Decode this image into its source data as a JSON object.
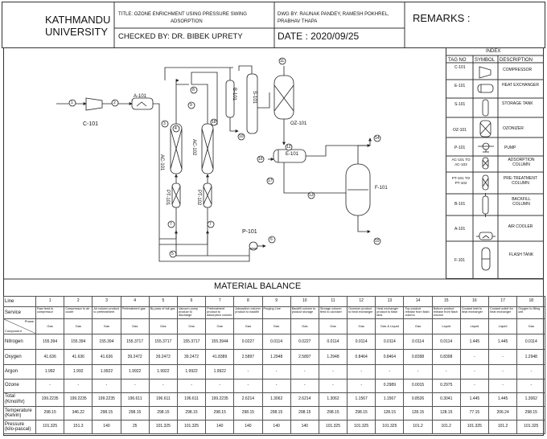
{
  "header": {
    "university": [
      "KATHMANDU",
      "UNIVERSITY"
    ],
    "title_line1": "TITLE:   OZONE ENRICHMENT USING PRESSURE SWING",
    "title_line2": "ADSORPTION",
    "checked_by": "CHECKED BY: DR. BIBEK UPRETY",
    "drawn_by_line1": "DWG BY:  RAUNAK PANDEY, RAMESH POKHREL,",
    "drawn_by_line2": "PRABHAV THAPA",
    "date": "DATE : 2020/09/25",
    "remarks": "REMARKS :"
  },
  "index": {
    "heading": "INDEX",
    "columns": [
      "TAG NO",
      "SYMBOL",
      "DESCRIPTION"
    ],
    "rows": [
      {
        "tag": "C-101",
        "symbol": "compressor-symbol",
        "desc": "COMPRESSOR"
      },
      {
        "tag": "E-101",
        "symbol": "heat-exchanger-symbol",
        "desc": "HEAT EXCHANGER"
      },
      {
        "tag": "S-101",
        "symbol": "storage-tank-symbol",
        "desc": "STORAGE TANK"
      },
      {
        "tag": "OZ-101",
        "symbol": "ozonizer-symbol",
        "desc": "OZONIZER"
      },
      {
        "tag": "P-101",
        "symbol": "pump-symbol",
        "desc": "PUMP"
      },
      {
        "tag": "AC-101 TO AC-102",
        "symbol": "adsorption-column-symbol",
        "desc": "ADSORPTION COLUMN"
      },
      {
        "tag": "PT-101 TO PT-102",
        "symbol": "pretreatment-column-symbol",
        "desc": "PRE-TREATMENT COLUMN"
      },
      {
        "tag": "B-101",
        "symbol": "backfill-column-symbol",
        "desc": "BACKFILL COLUMN"
      },
      {
        "tag": "A-101",
        "symbol": "air-cooler-symbol",
        "desc": "AIR COOLER"
      },
      {
        "tag": "F-101",
        "symbol": "flash-tank-symbol",
        "desc": "FLASH TANK"
      }
    ]
  },
  "diagram": {
    "equipment": {
      "c101": "C-101",
      "a101": "A-101",
      "ac101": "AC-101",
      "ac102": "AC-102",
      "pt101": "PT-101",
      "pt102": "PT-102",
      "b101": "B-101",
      "s101": "S-101",
      "oz101": "OZ-101",
      "e101": "E-101",
      "f101": "F-101",
      "p101": "P-101"
    },
    "stream_numbers": [
      "1",
      "2",
      "3",
      "4",
      "5",
      "6",
      "7",
      "7",
      "8",
      "9",
      "10",
      "11",
      "12",
      "13",
      "14",
      "15",
      "16",
      "17",
      "18"
    ]
  },
  "material_balance": {
    "title": "MATERIAL BALANCE",
    "line_label": "Line",
    "lines": [
      "1",
      "2",
      "3",
      "4",
      "5",
      "6",
      "7",
      "8",
      "9",
      "10",
      "11",
      "12",
      "13",
      "14",
      "15",
      "16",
      "17",
      "18"
    ],
    "service_label": "Service",
    "service": [
      "Raw feed to compressor",
      "Compressor to air cooler",
      "Air column product to pretreatment",
      "Pretreatment gas",
      "By pass of tail gas",
      "Vacuum pump product to discharge",
      "Pretreatment product to adsorption column",
      "Adsorption column product to backfill",
      "Purging Line",
      "Backfill column to product storage",
      "Storage column feed to ozonizer",
      "Ozonizer product to heat exchanger",
      "Heat exchanger product to flash tank",
      "Top product release from flash column",
      "Bottom product release from flash column",
      "Coolant inlet to heat exchanger",
      "Coolant outlet for heat exchanger",
      "Oxygen to filling unit"
    ],
    "phase_header": [
      "Phase",
      "Component"
    ],
    "phase": [
      "Gas",
      "Gas",
      "Gas",
      "Gas",
      "Gas",
      "Gas",
      "Gas",
      "Gas",
      "Gas",
      "Gas",
      "Gas",
      "Gas",
      "Gas & Liquid",
      "Gas",
      "Liquid",
      "Liquid",
      "Liquid",
      "Gas"
    ],
    "rows": [
      {
        "label": "Nitrogen",
        "values": [
          "155.394",
          "155.394",
          "155.394",
          "155.3717",
          "155.3717",
          "155.3717",
          "155.3944",
          "0.0227",
          "0.0114",
          "0.0227",
          "0.0114",
          "0.0114",
          "0.0114",
          "0.0114",
          "0.0114",
          "1.445",
          "1.445",
          "0.0114"
        ]
      },
      {
        "label": "Oxygen",
        "values": [
          "41.636",
          "41.636",
          "41.636",
          "39.2472",
          "39.2472",
          "39.2472",
          "41.8389",
          "2.5897",
          "1.2948",
          "2.5897",
          "1.2948",
          "0.8464",
          "0.8464",
          "0.8398",
          "0.8398",
          "-",
          "-",
          "1.2948"
        ]
      },
      {
        "label": "Argon",
        "values": [
          "1.992",
          "1.992",
          "1.9922",
          "1.9922",
          "1.9922",
          "1.9922",
          "1.9922",
          "-",
          "-",
          "-",
          "-",
          "-",
          "-",
          "-",
          "-",
          "-",
          "-",
          "-"
        ]
      },
      {
        "label": "Ozone",
        "values": [
          "-",
          "-",
          "-",
          "-",
          "-",
          "-",
          "-",
          "-",
          "-",
          "-",
          "-",
          "-",
          "0.2989",
          "0.0015",
          "0.2975",
          "-",
          "-",
          "-"
        ]
      },
      {
        "label": "Total (Kmol/hr)",
        "values": [
          "199.2235",
          "199.2235",
          "199.2235",
          "196.611",
          "196.611",
          "196.611",
          "199.2235",
          "2.6214",
          "1.3062",
          "2.6214",
          "1.3062",
          "1.1567",
          "1.1567",
          "0.8526",
          "0.3041",
          "1.445",
          "1.445",
          "1.3062"
        ]
      },
      {
        "label": "Temperature (Kelvin)",
        "values": [
          "298.15",
          "346.22",
          "298.15",
          "298.15",
          "298.15",
          "298.15",
          "298.15",
          "298.15",
          "298.15",
          "298.15",
          "298.15",
          "298.15",
          "128.15",
          "128.15",
          "128.15",
          "77.15",
          "206.24",
          "298.15"
        ]
      },
      {
        "label": "Pressure (kilo-pascal)",
        "values": [
          "101.325",
          "151.3",
          "140",
          "25",
          "101.325",
          "101.325",
          "140",
          "140",
          "140",
          "140",
          "101.325",
          "101.325",
          "101.325",
          "101.2",
          "101.2",
          "101.325",
          "101.2",
          "101.325"
        ]
      }
    ]
  }
}
